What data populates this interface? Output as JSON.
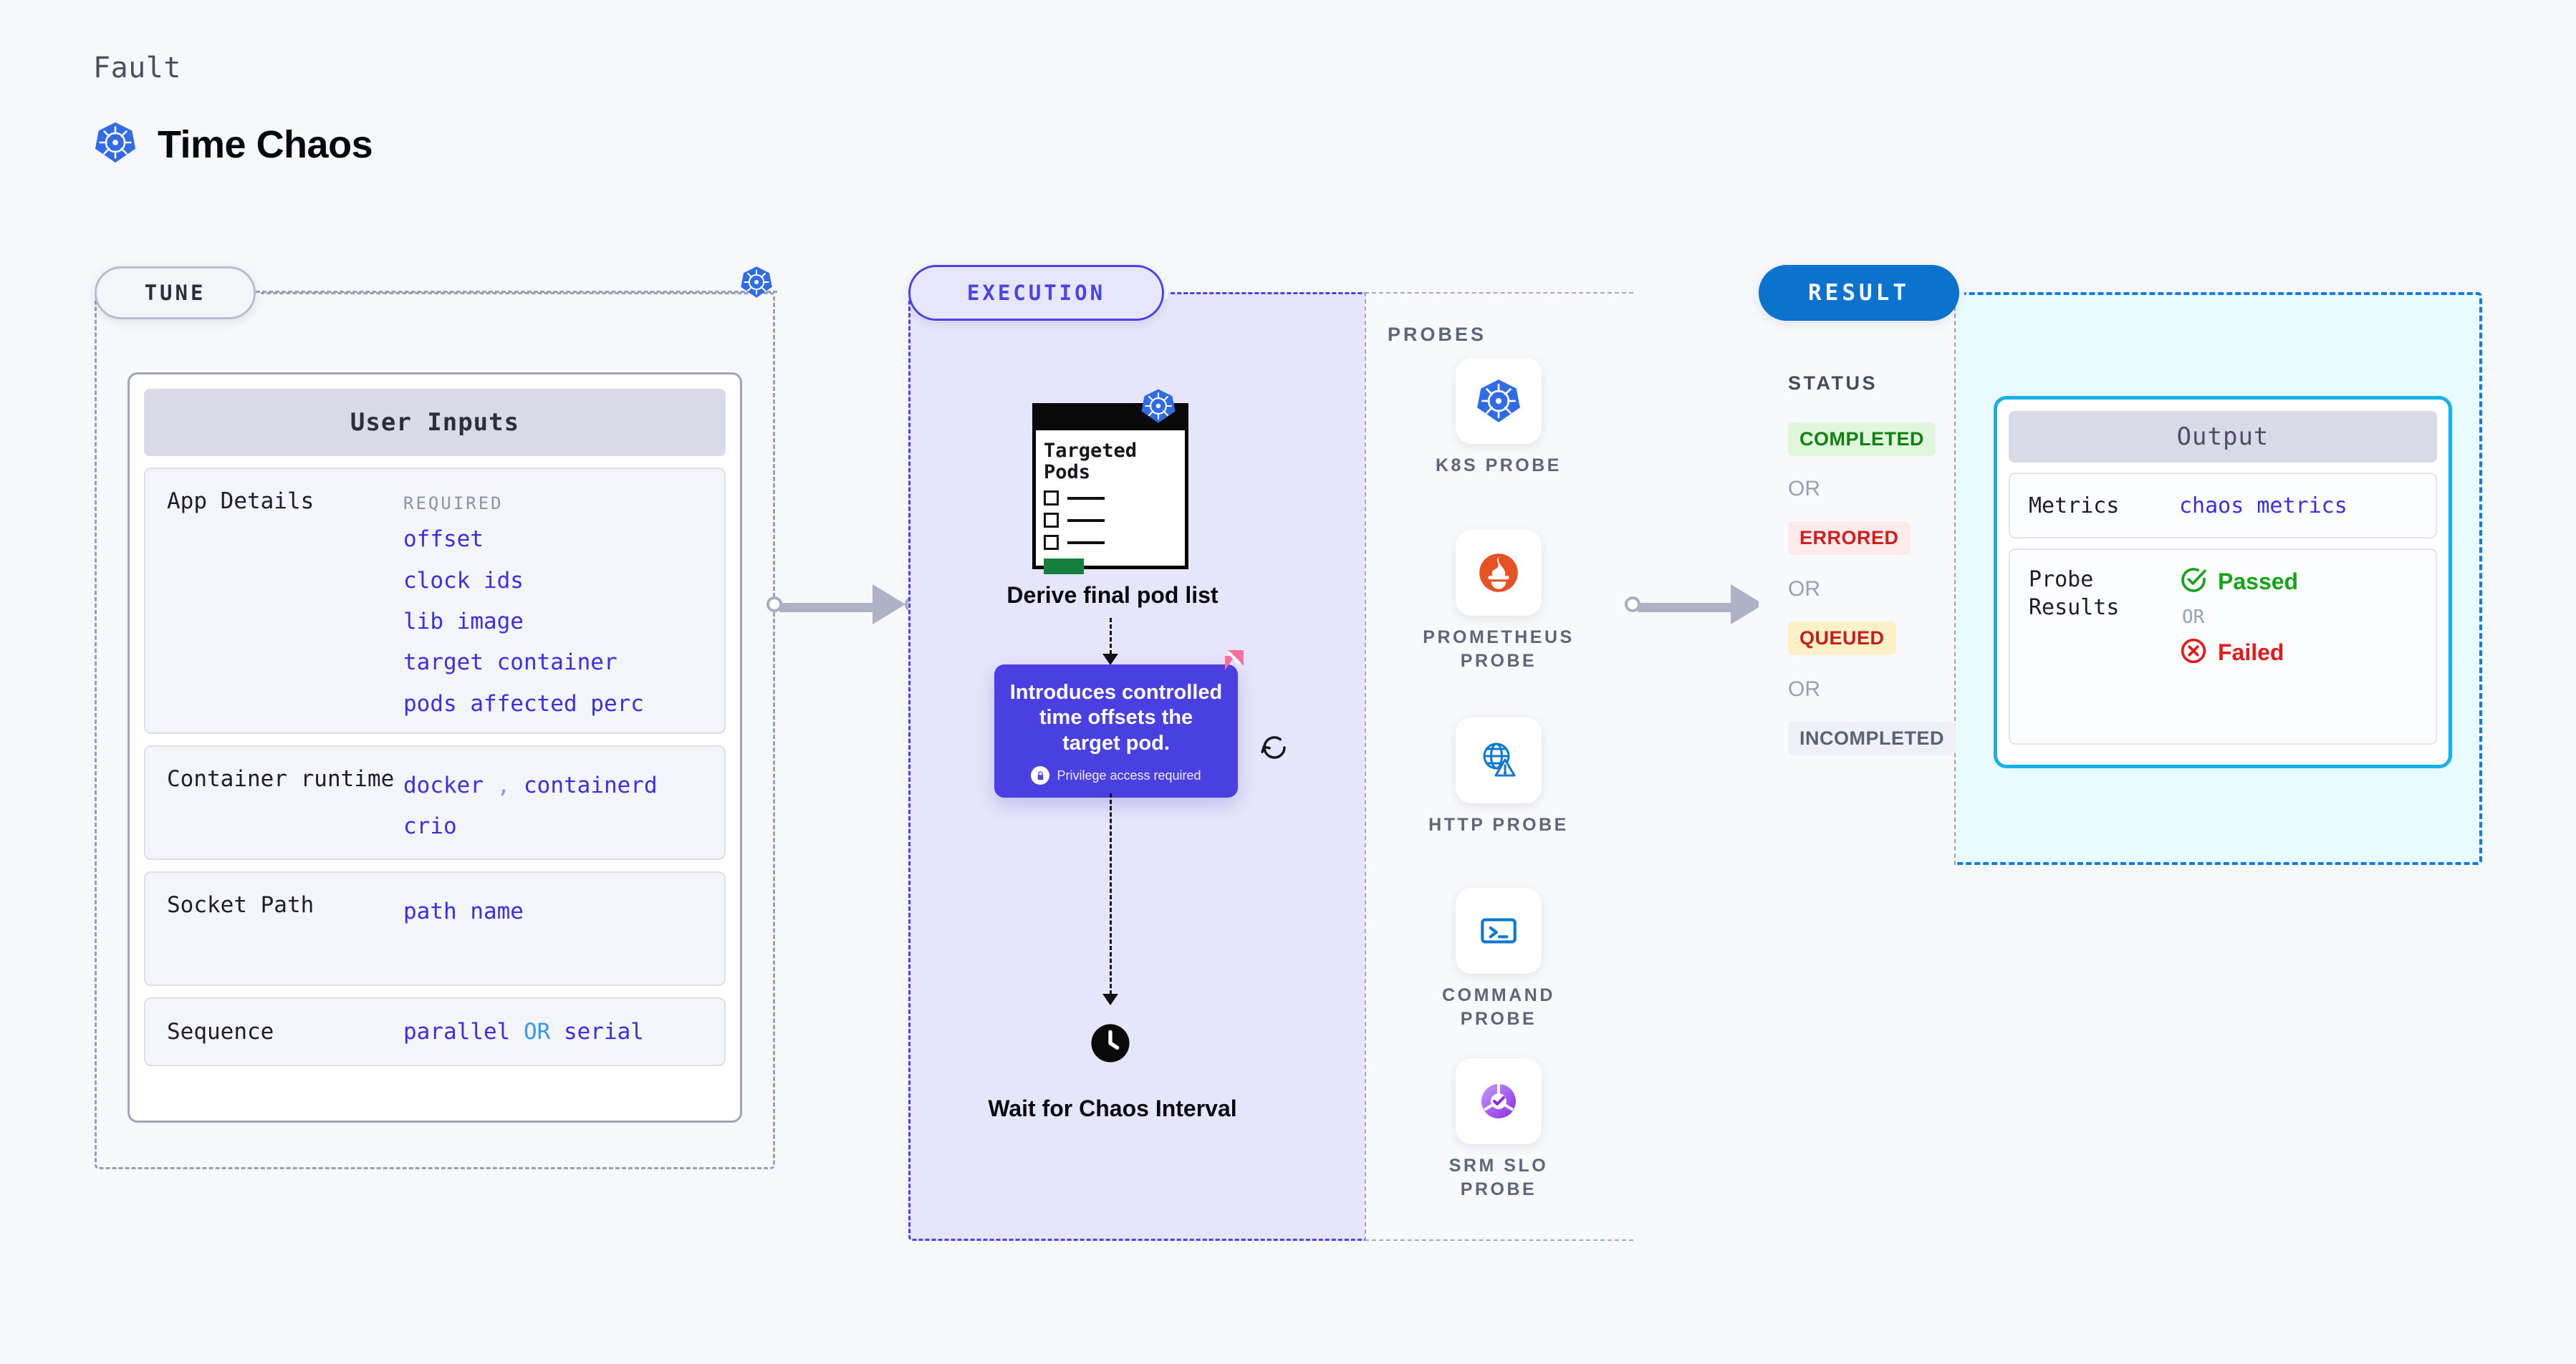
{
  "header": {
    "eyebrow": "Fault",
    "title": "Time Chaos",
    "icon": "kubernetes-icon"
  },
  "tune": {
    "pill_label": "TUNE",
    "badge_icon": "kubernetes-icon",
    "card": {
      "title": "User Inputs",
      "rows": [
        {
          "label": "App Details",
          "required_label": "REQUIRED",
          "values": [
            "offset",
            "clock ids",
            "lib image",
            "target container",
            "pods affected perc"
          ]
        },
        {
          "label": "Container runtime",
          "values_line1_a": "docker",
          "values_sep": ",",
          "values_line1_b": "containerd",
          "values_line2": "crio"
        },
        {
          "label": "Socket Path",
          "value": "path name"
        },
        {
          "label": "Sequence",
          "value_a": "parallel",
          "value_or": "OR",
          "value_b": "serial"
        }
      ]
    }
  },
  "execution": {
    "pill_label": "EXECUTION",
    "pods_card": {
      "title_line1": "Targeted",
      "title_line2": "Pods",
      "badge_icon": "kubernetes-icon"
    },
    "step1_label": "Derive final pod list",
    "tooltip": {
      "text": "Introduces controlled time offsets the target pod.",
      "note": "Privilege access required",
      "note_icon": "lock-icon",
      "corner_icon": "pink-fault-badge-icon",
      "side_icon": "refresh-icon"
    },
    "step2_label": "Wait for Chaos Interval",
    "step2_icon": "clock-icon",
    "probes": {
      "title": "PROBES",
      "items": [
        {
          "name": "K8S PROBE",
          "icon": "kubernetes-icon"
        },
        {
          "name": "PROMETHEUS PROBE",
          "icon": "prometheus-icon"
        },
        {
          "name": "HTTP PROBE",
          "icon": "globe-warning-icon"
        },
        {
          "name": "COMMAND PROBE",
          "icon": "terminal-icon"
        },
        {
          "name": "SRM SLO PROBE",
          "icon": "srm-slo-icon"
        }
      ]
    }
  },
  "result": {
    "pill_label": "RESULT",
    "status": {
      "title": "STATUS",
      "or_label": "OR",
      "items": [
        {
          "label": "COMPLETED",
          "bg": "#dff5dc",
          "fg": "#128012"
        },
        {
          "label": "ERRORED",
          "bg": "#fdeaea",
          "fg": "#cf2020"
        },
        {
          "label": "QUEUED",
          "bg": "#fcf0c8",
          "fg": "#c41f1f"
        },
        {
          "label": "INCOMPLETED",
          "bg": "#eef0f5",
          "fg": "#5b6275"
        }
      ]
    },
    "output": {
      "title": "Output",
      "metrics_label": "Metrics",
      "metrics_value": "chaos metrics",
      "probe_results_label": "Probe Results",
      "passed_label": "Passed",
      "passed_icon": "check-circle-icon",
      "or_label": "OR",
      "failed_label": "Failed",
      "failed_icon": "x-circle-icon"
    }
  },
  "colors": {
    "accent_purple": "#4c44e0",
    "accent_blue": "#0b72ce",
    "accent_cyan": "#17b0e8",
    "k8s_blue": "#326ce5",
    "mono_value": "#3b2fe0"
  }
}
